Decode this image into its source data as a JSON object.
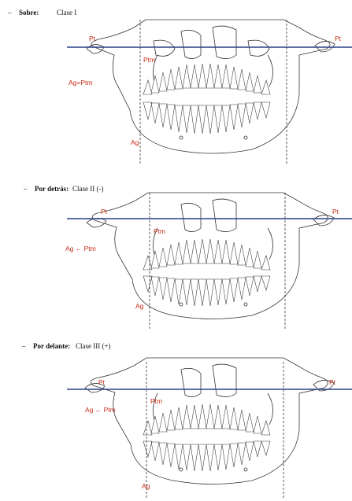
{
  "sections": [
    {
      "caption_dash": "–",
      "caption_bold": "Sobre:",
      "caption_rest": " Clase I",
      "labels": {
        "pt_left": "Pt",
        "pt_right": "Pt",
        "ptm": "Ptm",
        "ag_measure": "Ag=Ptm",
        "ag": "Ag"
      },
      "arrow": false
    },
    {
      "caption_dash": "–",
      "caption_bold": "Por detrás:",
      "caption_rest": " Clase II (-)",
      "labels": {
        "pt_left": "Pt",
        "pt_right": "Pt",
        "ptm": "Ptm",
        "ag_measure": "Ag ← Ptm",
        "ag": "Ag"
      },
      "arrow": true
    },
    {
      "caption_dash": "–",
      "caption_bold": "Por delante:",
      "caption_rest": " Clase III (+)",
      "labels": {
        "pt_left": "Pt",
        "pt_right": "Pt",
        "ptm": "Ptm",
        "ag_measure": "Ag ← Ptm",
        "ag": "Ag"
      },
      "arrow": true
    }
  ],
  "colors": {
    "line": "#2b3f8a",
    "label": "#c62a17",
    "stroke": "#333333"
  }
}
